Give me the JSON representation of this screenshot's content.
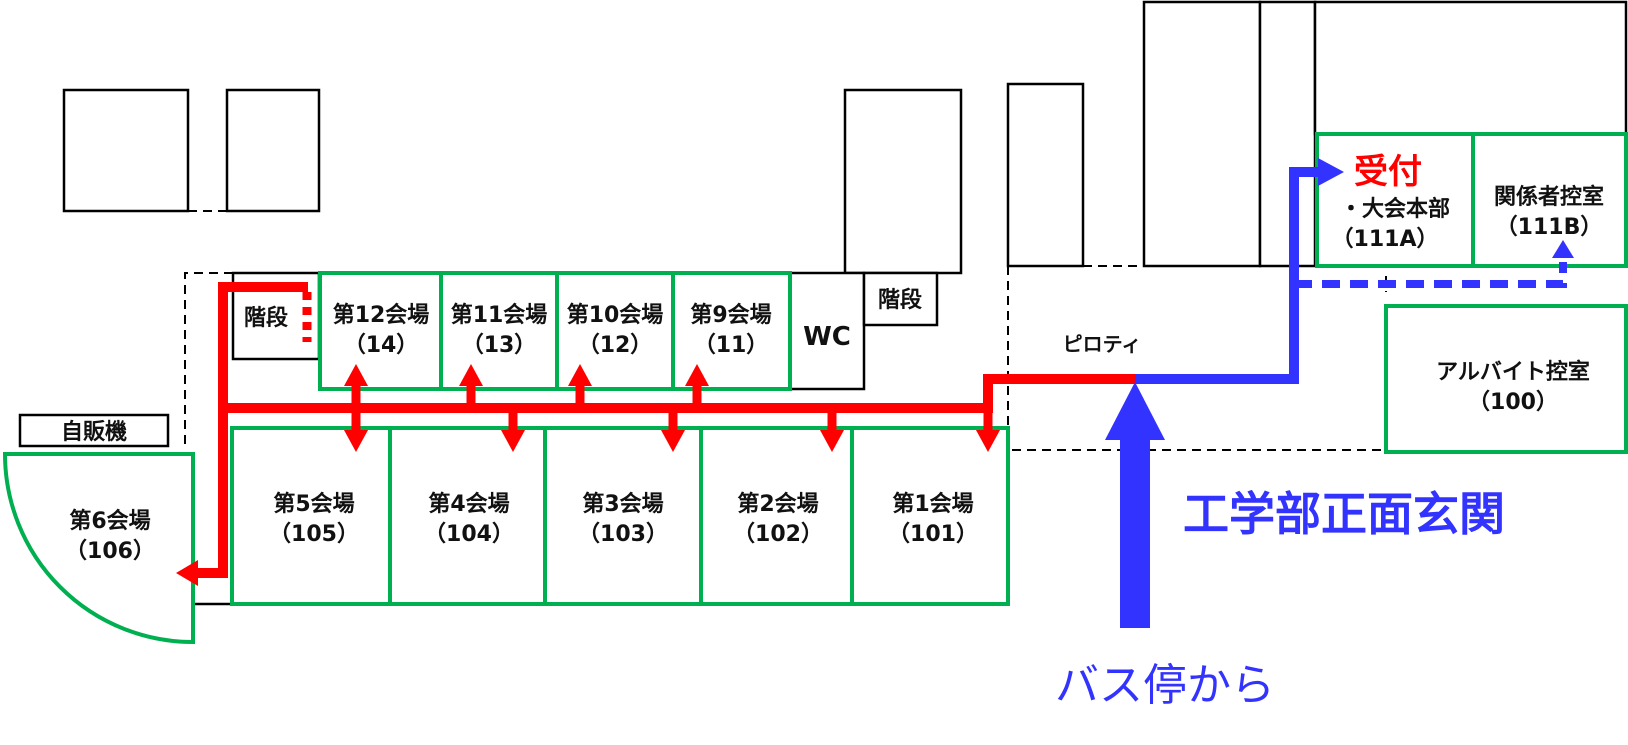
{
  "colors": {
    "venue_border": "#00b050",
    "route_red": "#ff0000",
    "route_blue": "#3333ff",
    "wall": "#000000"
  },
  "labels": {
    "vending_machine": "自販機",
    "stairs_left": "階段",
    "stairs_right": "階段",
    "wc": "WC",
    "piloti": "ピロティ",
    "entrance": "工学部正面玄関",
    "from_bus_stop": "バス停から"
  },
  "reception": {
    "title": "受付",
    "line1": "・大会本部",
    "line2": "（111A）"
  },
  "staff_room": {
    "line1": "関係者控室",
    "line2": "（111B）"
  },
  "parttime_room": {
    "line1": "アルバイト控室",
    "line2": "（100）"
  },
  "upper_venues": [
    {
      "name": "第12会場",
      "room": "（14）"
    },
    {
      "name": "第11会場",
      "room": "（13）"
    },
    {
      "name": "第10会場",
      "room": "（12）"
    },
    {
      "name": "第9会場",
      "room": "（11）"
    }
  ],
  "lower_venues": [
    {
      "name": "第5会場",
      "room": "（105）"
    },
    {
      "name": "第4会場",
      "room": "（104）"
    },
    {
      "name": "第3会場",
      "room": "（103）"
    },
    {
      "name": "第2会場",
      "room": "（102）"
    },
    {
      "name": "第1会場",
      "room": "（101）"
    }
  ],
  "venue6": {
    "name": "第6会場",
    "room": "（106）"
  }
}
